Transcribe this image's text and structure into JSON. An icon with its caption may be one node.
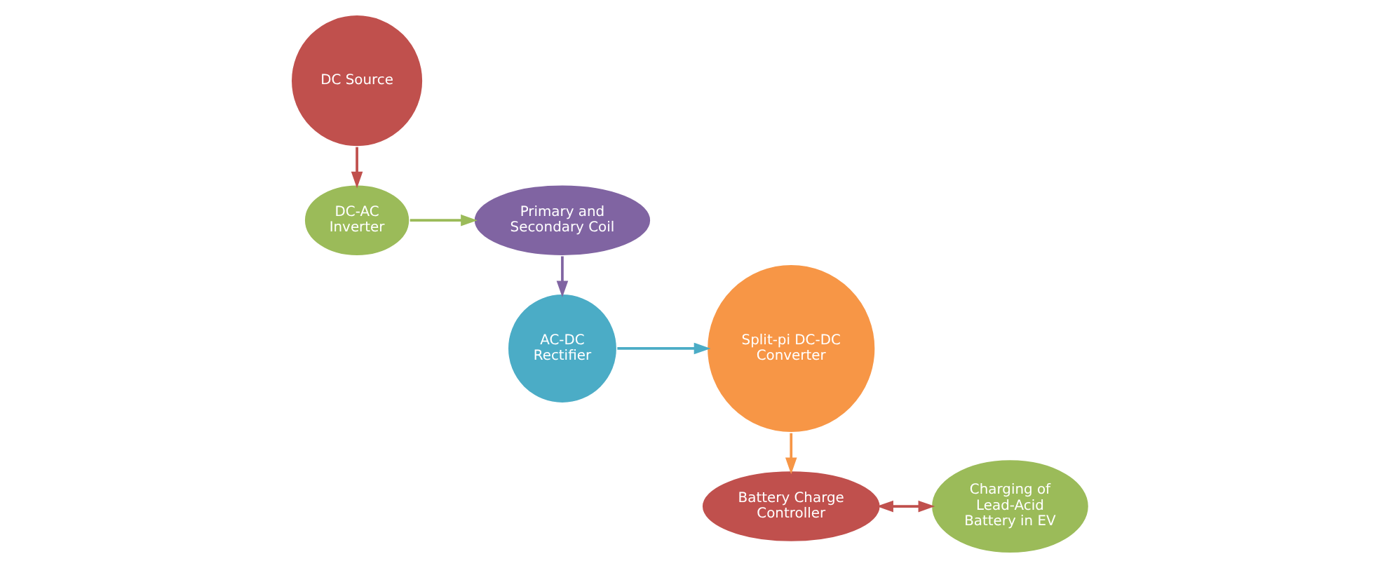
{
  "diagram": {
    "nodes": [
      {
        "text": [
          "DC Source"
        ]
      },
      {
        "text": [
          "DC-AC Inverter"
        ]
      },
      {
        "text": [
          "Primary and Secondary Coil"
        ]
      },
      {
        "text": [
          "AC-DC Rectifier"
        ]
      },
      {
        "text": [
          "Split-pi DC-DC Converter"
        ]
      },
      {
        "text": [
          "Battery Charge Controller"
        ]
      },
      {
        "text": [
          "Charging of Lead-Acid Battery in EV"
        ]
      }
    ],
    "edges": [
      {
        "from": 0,
        "to": 1,
        "arrow": "to",
        "color": "#c0504d"
      },
      {
        "from": 1,
        "to": 2,
        "arrow": "to",
        "color": "#9bbb59"
      },
      {
        "from": 2,
        "to": 3,
        "arrow": "to",
        "color": "#8064a2"
      },
      {
        "from": 3,
        "to": 4,
        "arrow": "to",
        "color": "#4bacc6"
      },
      {
        "from": 4,
        "to": 5,
        "arrow": "to",
        "color": "#f79646"
      },
      {
        "from": 5,
        "to": 6,
        "arrow": "both",
        "color": "#c0504d"
      }
    ]
  }
}
